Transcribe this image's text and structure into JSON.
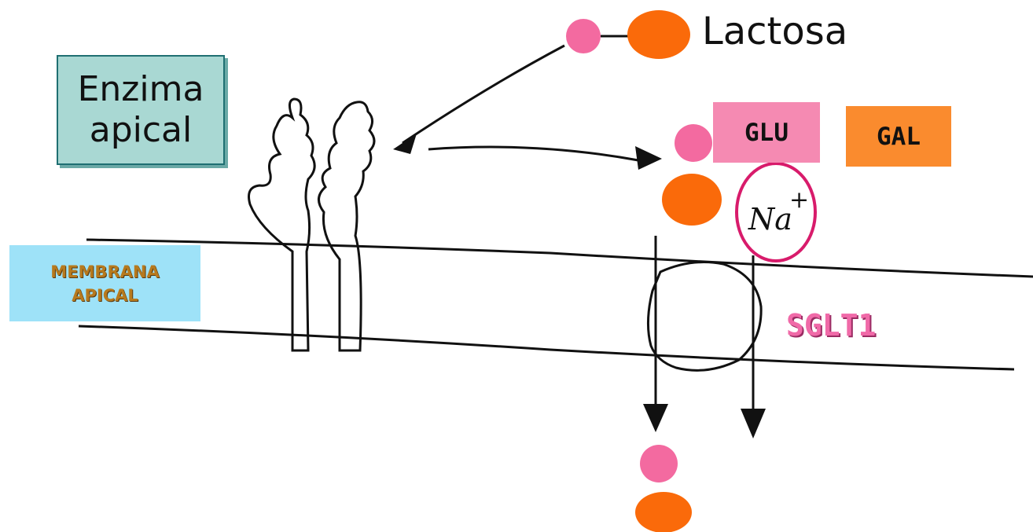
{
  "labels": {
    "enzyme_line1": "Enzima",
    "enzyme_line2": "apical",
    "membrane_line1": "MEMBRANA",
    "membrane_line2": "APICAL",
    "lactosa": "Lactosa",
    "glu": "GLU",
    "gal": "GAL",
    "sglt1": "SGLT1",
    "sodium": "Na+"
  },
  "colors": {
    "glucose": "#f36aa0",
    "galactose": "#fa6a0a",
    "enzyme_box": "#a9d8d3",
    "membrane_box": "#9ee2f8",
    "glu_box": "#f58ab2",
    "gal_box": "#fa8b2e",
    "sglt1_text": "#f06aa8",
    "sodium_ring": "#d81b6b"
  }
}
